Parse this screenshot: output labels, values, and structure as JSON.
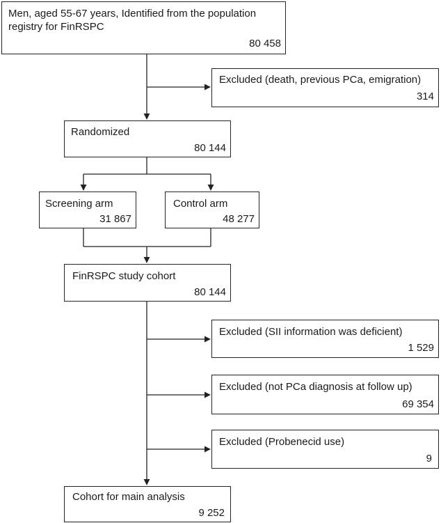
{
  "boxes": {
    "source": {
      "label": "Men, aged 55-67 years, Identified from the population registry for FinRSPC",
      "count": "80 458"
    },
    "excluded_initial": {
      "label": "Excluded (death, previous PCa, emigration)",
      "count": "314"
    },
    "randomized": {
      "label": "Randomized",
      "count": "80 144"
    },
    "screening_arm": {
      "label": "Screening arm",
      "count": "31 867"
    },
    "control_arm": {
      "label": "Control arm",
      "count": "48 277"
    },
    "study_cohort": {
      "label": "FinRSPC study cohort",
      "count": "80 144"
    },
    "excluded_sii": {
      "label": "Excluded (SII information was deficient)",
      "count": "1 529"
    },
    "excluded_no_pca": {
      "label": "Excluded (not PCa diagnosis at follow up)",
      "count": "69 354"
    },
    "excluded_probenecid": {
      "label": "Excluded (Probenecid use)",
      "count": "9"
    },
    "main_cohort": {
      "label": "Cohort for main analysis",
      "count": "9 252"
    }
  }
}
